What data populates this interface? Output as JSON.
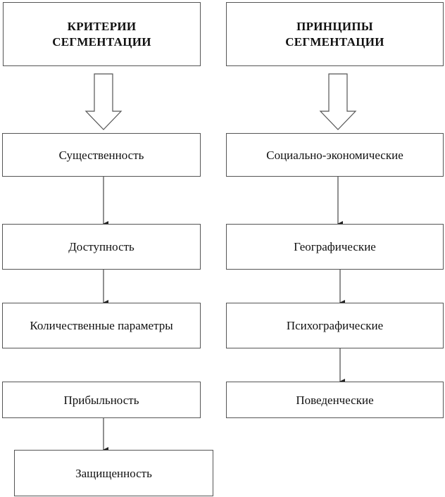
{
  "left_column": {
    "header_line1": "КРИТЕРИИ",
    "header_line2": "СЕГМЕНТАЦИИ",
    "items": [
      "Существенность",
      "Доступность",
      "Количественные параметры",
      "Прибыльность",
      "Защищенность"
    ]
  },
  "right_column": {
    "header_line1": "ПРИНЦИПЫ",
    "header_line2": "СЕГМЕНТАЦИИ",
    "items": [
      "Социально-экономические",
      "Географические",
      "Психографические",
      "Поведенческие"
    ]
  }
}
